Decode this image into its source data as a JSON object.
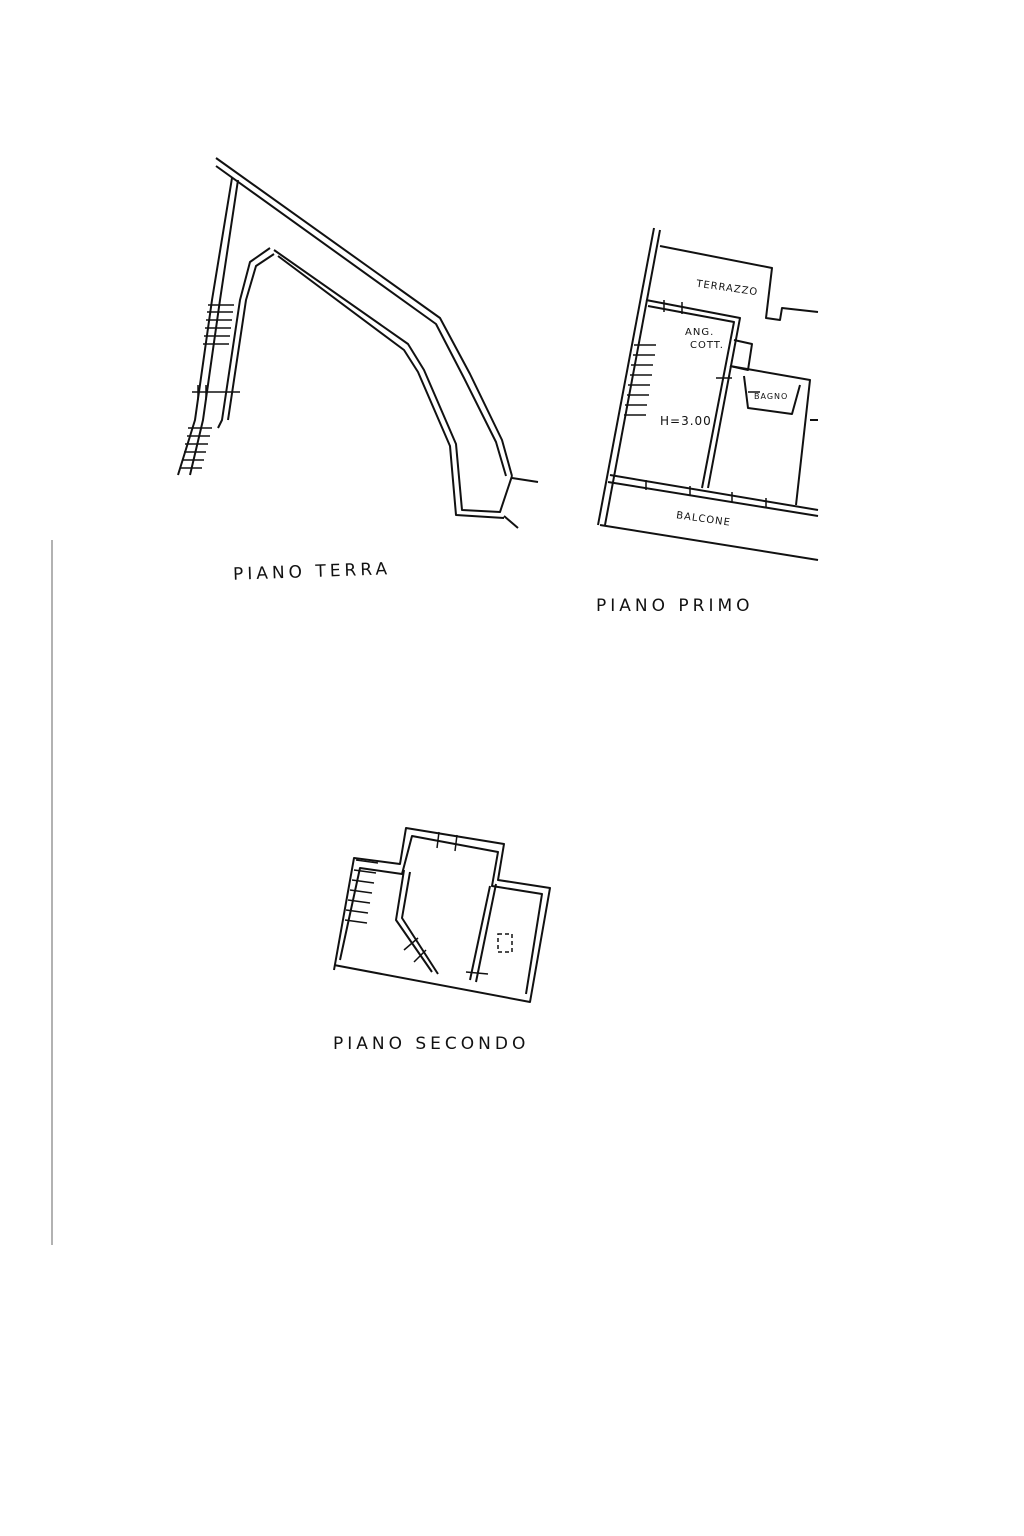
{
  "plans": {
    "ground": {
      "title": "PIANO TERRA"
    },
    "first": {
      "title": "PIANO PRIMO",
      "rooms": {
        "terrace": "TERRAZZO",
        "kitchen_line1": "ANG.",
        "kitchen_line2": "COTT.",
        "bath": "BAGNO",
        "height": "H=3.00",
        "balcony": "BALCONE"
      }
    },
    "second": {
      "title": "PIANO SECONDO"
    }
  }
}
